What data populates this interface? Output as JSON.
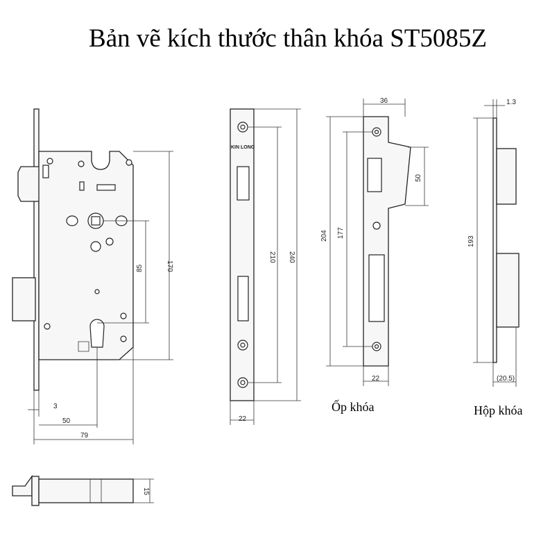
{
  "title": "Bản vẽ kích thước thân khóa ST5085Z",
  "brand_mark": "KIN LONG",
  "captions": {
    "strike_plate": "Ốp khóa",
    "lock_box": "Hộp khóa"
  },
  "lock_body_dims": {
    "faceplate_thickness": "3",
    "backset": "50",
    "body_depth": "79",
    "body_height": "170",
    "center_distance": "85"
  },
  "faceplate_dims": {
    "width": "22",
    "screw_spacing": "210",
    "total_length": "240"
  },
  "strike_dims": {
    "width_top": "36",
    "lip_height": "50",
    "total_length": "204",
    "screw_spacing": "177",
    "width_bottom": "22"
  },
  "box_dims": {
    "flange": "1.3",
    "height": "193",
    "depth": "(20.5)"
  },
  "bolt_dims": {
    "throw": "15"
  }
}
